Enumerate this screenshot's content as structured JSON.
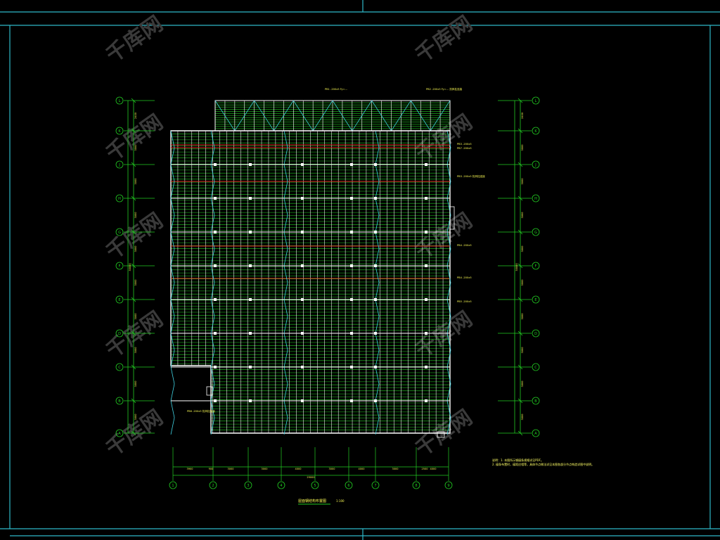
{
  "drawing": {
    "title": "屋面钢结构布置图",
    "scale": "1:100",
    "notes": [
      "说明：1. 本图所示钢檩条规格详见PDF。",
      "2. 檩条布置时，檩距应相等，具体节点做法详见本图各部分节点构造详图中说明。"
    ],
    "beam_labels": [
      "PB1 -200x5 Fy=...",
      "PB2 -200x5 Fy=... 抗风柱连接",
      "PB3 -200x5",
      "PB3 -200x5 抗风柱连接",
      "PB4 -200x5",
      "PB4 -200x5",
      "PB5 -200x5",
      "PB6 -200x5 抗风柱连接",
      "PB7 -200x5"
    ],
    "left_axis_bubbles": [
      "L",
      "K",
      "J",
      "H",
      "G",
      "F",
      "E",
      "D",
      "C",
      "B",
      "A"
    ],
    "right_axis_bubbles": [
      "L",
      "K",
      "J",
      "H",
      "G",
      "F",
      "E",
      "D",
      "C",
      "B",
      "A"
    ],
    "bottom_axis_bubbles": [
      "1",
      "2",
      "3",
      "4",
      "5",
      "6",
      "7",
      "8",
      "9"
    ],
    "bottom_dims": [
      "3900",
      "900",
      "3000",
      "3000",
      "4000",
      "3000",
      "4000",
      "3000",
      "2500",
      "4000"
    ],
    "bottom_total": "29000",
    "left_dims": [
      "2400",
      "3000",
      "3000",
      "3000",
      "3000",
      "3000",
      "3000",
      "3000",
      "3000",
      "3000"
    ],
    "left_total": "30000",
    "right_dims": [
      "2400",
      "3000",
      "3000",
      "3000",
      "3000",
      "3000",
      "3000",
      "3000",
      "3000",
      "3000"
    ],
    "right_total": "30000",
    "watermark": "千库网"
  },
  "colors": {
    "background": "#000000",
    "frame": "#2fb8c8",
    "grid_green": "#22cc22",
    "white": "#ffffff",
    "red": "#e02020",
    "cyan": "#40d0e0",
    "label_yellow": "#ffff55",
    "dim_text": "#ffff55",
    "watermark": "#3a3a3a"
  }
}
